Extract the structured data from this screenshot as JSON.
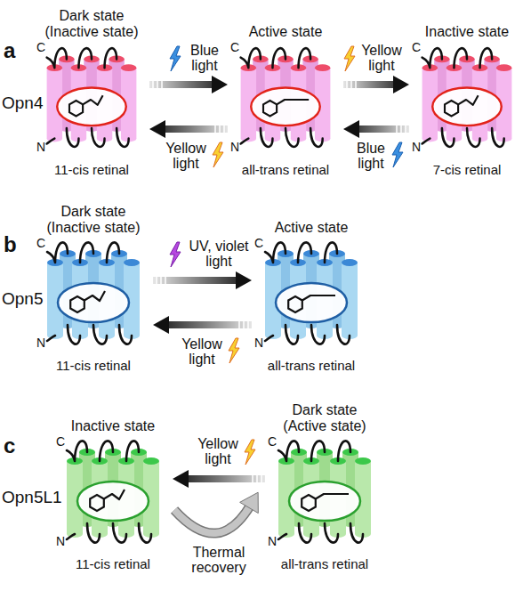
{
  "diagram": {
    "nodes": [
      {
        "text": [
          "Dark state (Inactive state)",
          "11-cis retinal"
        ]
      },
      {
        "text": [
          "Active state",
          "all-trans retinal"
        ]
      },
      {
        "text": [
          "Inactive state",
          "7-cis retinal"
        ]
      },
      {
        "text": [
          "Dark state (Inactive state)",
          "11-cis retinal"
        ]
      },
      {
        "text": [
          "Active state",
          "all-trans retinal"
        ]
      },
      {
        "text": [
          "Inactive state",
          "11-cis retinal"
        ]
      },
      {
        "text": [
          "Dark state (Active state)",
          "all-trans retinal"
        ]
      }
    ],
    "edges": [
      {
        "from": 0,
        "to": 1,
        "label": "Blue light",
        "arrow": "to"
      },
      {
        "from": 1,
        "to": 0,
        "label": "Yellow light",
        "arrow": "to"
      },
      {
        "from": 1,
        "to": 2,
        "label": "Yellow light",
        "arrow": "to"
      },
      {
        "from": 2,
        "to": 1,
        "label": "Blue light",
        "arrow": "to"
      },
      {
        "from": 3,
        "to": 4,
        "label": "UV, violet light",
        "arrow": "to"
      },
      {
        "from": 4,
        "to": 3,
        "label": "Yellow light",
        "arrow": "to"
      },
      {
        "from": 6,
        "to": 5,
        "label": "Yellow light",
        "arrow": "to"
      },
      {
        "from": 5,
        "to": 6,
        "label": "Thermal recovery",
        "arrow": "to"
      }
    ],
    "labels": [
      "a",
      "Opn4",
      "C",
      "N",
      "C",
      "N",
      "C",
      "N",
      "b",
      "Opn5",
      "C",
      "N",
      "C",
      "N",
      "c",
      "Opn5L1",
      "C",
      "N",
      "C",
      "N"
    ]
  }
}
